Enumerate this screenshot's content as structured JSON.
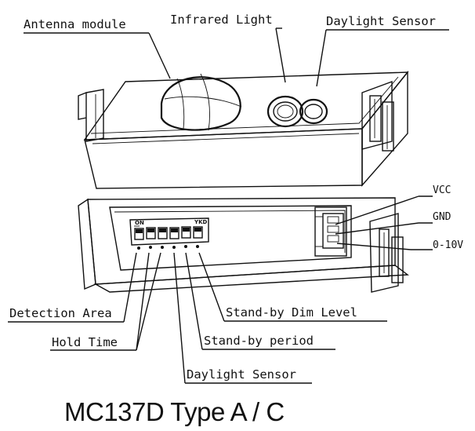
{
  "labels": {
    "antenna_module": "Antenna module",
    "infrared_light": "Infrared Light",
    "daylight_sensor_top": "Daylight Sensor",
    "vcc": "VCC",
    "gnd": "GND",
    "zero_ten_v": "0-10V",
    "detection_area": "Detection Area",
    "standby_dim_level": "Stand-by Dim Level",
    "hold_time": "Hold Time",
    "standby_period": "Stand-by period",
    "daylight_sensor_bottom": "Daylight Sensor"
  },
  "dip_switch": {
    "on_label": "ON",
    "right_label": "YKD"
  },
  "title": "MC137D Type A / C"
}
